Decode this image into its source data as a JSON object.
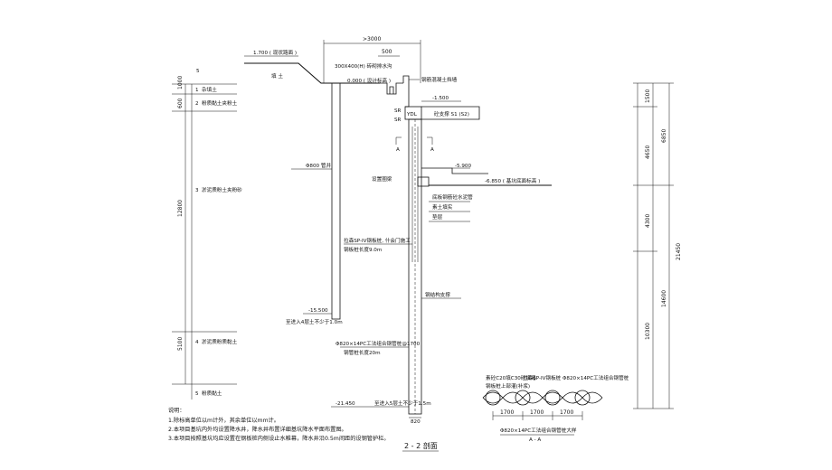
{
  "elevations": {
    "ground": "1.700 ( 现状路面 )",
    "surface_label": "填 土",
    "design_level": "0.000 ( 设计标高 )",
    "bottom_capping": "-1.500",
    "lower_slab": "-5.900",
    "base": "-6.850 ( 基坑底面标高 )",
    "sp_bottom": "-15.500",
    "pile_bottom": "-21.450"
  },
  "top_dims": {
    "overall": ">3000",
    "offset": "500"
  },
  "callouts": {
    "ditch": "300X400(H) 砖砌排水沟",
    "retaining_wall": "钢筋混凝土挡墙",
    "support": "砼支撑 S1 (S2)",
    "pipe": "Φ800 管井",
    "ring_beam": "设置圈梁",
    "foundation_layers": [
      "底板钢筋砼水泥管",
      "素土填实",
      "垫层"
    ],
    "sp_pile": "拉森SP-IV钢板桩, 什会门施工",
    "sp_length": "钢板桩长度9.0m",
    "sp_embed": "至进入4层土不少于1.0m",
    "frame_post": "钢结构支撑",
    "steel_pipe": "Φ820×14PC工法组合钢管桩@1700",
    "steel_pipe_len": "钢管桩长度20m",
    "pile_embed": "至进入5层土不少于1.5m",
    "pile_dia": "820"
  },
  "markers": {
    "section_a": "A",
    "sr": "SR",
    "ydl": "YDL"
  },
  "soil_layers": [
    {
      "num": "1",
      "name": "杂填土"
    },
    {
      "num": "2",
      "name": "粉质黏土夹粉土"
    },
    {
      "num": "3",
      "name": "淤泥质粉土夹粉砂"
    },
    {
      "num": "4",
      "name": "淤泥质粉质黏土"
    },
    {
      "num": "5",
      "name": "粉质黏土"
    }
  ],
  "top_layer_num": "5",
  "left_dims": [
    "1000",
    "600",
    "12800",
    "5100"
  ],
  "right_dims_a": [
    "1500",
    "4650",
    "4300",
    "14600",
    "10300"
  ],
  "right_dims_b": [
    "6850",
    "21450"
  ],
  "notes": {
    "heading": "说明：",
    "items": [
      "1.除标高单位以m计外，其余单位以mm计。",
      "2.本项目基坑内外均设置降水井，降水井布置详细基坑降水平面布置图。",
      "3.本项目按照基坑均应设置在钢板桩内侧设止水帷幕，降水井沿0.5m间距的设钢管护栏。"
    ]
  },
  "section_title": "2 - 2 剖面",
  "plan_detail": {
    "label_left": "素砼C20填C30砼填堵",
    "label_left2": "钢板桩上部灌(补浆)",
    "label_mid": "拉森SP-IV钢板桩",
    "label_right": "Φ820×14PC工法组合钢管桩",
    "spacings": [
      "1700",
      "1700",
      "1700"
    ],
    "caption": "Φ820×14PC工法组合钢管桩大样",
    "section_name": "A - A"
  }
}
